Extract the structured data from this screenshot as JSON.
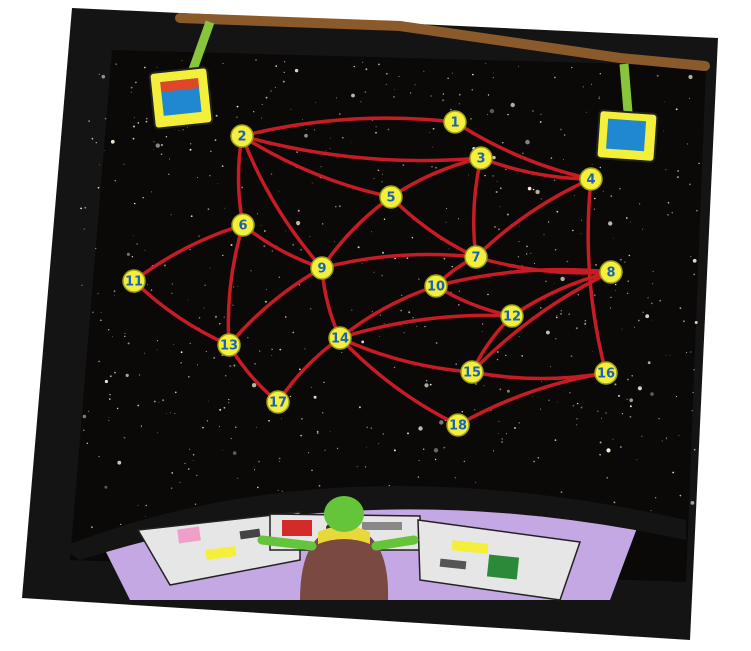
{
  "colors": {
    "frame": "#141414",
    "space": "#0b0808",
    "star": "#f3ecd8",
    "edge": "#c81c25",
    "node_fill": "#f4ef3a",
    "node_stroke": "#9ea016",
    "node_text": "#1c62b8",
    "console": "#e6e6e6",
    "console_floor": "#c4a8e4",
    "cable": "#87c53c",
    "ceiling_beam": "#8a5a2a",
    "monitor_casing": "#f4ef3a",
    "monitor_screen": "#1f88d0",
    "alien_skin": "#64c43a",
    "pilot_suit": "#7a4a42"
  },
  "graph": {
    "nodes": [
      {
        "id": "1",
        "label": "1"
      },
      {
        "id": "2",
        "label": "2"
      },
      {
        "id": "3",
        "label": "3"
      },
      {
        "id": "4",
        "label": "4"
      },
      {
        "id": "5",
        "label": "5"
      },
      {
        "id": "6",
        "label": "6"
      },
      {
        "id": "7",
        "label": "7"
      },
      {
        "id": "8",
        "label": "8"
      },
      {
        "id": "9",
        "label": "9"
      },
      {
        "id": "10",
        "label": "10"
      },
      {
        "id": "11",
        "label": "11"
      },
      {
        "id": "12",
        "label": "12"
      },
      {
        "id": "13",
        "label": "13"
      },
      {
        "id": "14",
        "label": "14"
      },
      {
        "id": "15",
        "label": "15"
      },
      {
        "id": "16",
        "label": "16"
      },
      {
        "id": "17",
        "label": "17"
      },
      {
        "id": "18",
        "label": "18"
      }
    ],
    "edges": [
      [
        "1",
        "2"
      ],
      [
        "1",
        "4"
      ],
      [
        "2",
        "3"
      ],
      [
        "2",
        "5"
      ],
      [
        "2",
        "6"
      ],
      [
        "2",
        "9"
      ],
      [
        "3",
        "4"
      ],
      [
        "3",
        "5"
      ],
      [
        "3",
        "7"
      ],
      [
        "4",
        "7"
      ],
      [
        "4",
        "16"
      ],
      [
        "5",
        "7"
      ],
      [
        "5",
        "9"
      ],
      [
        "6",
        "9"
      ],
      [
        "6",
        "11"
      ],
      [
        "6",
        "13"
      ],
      [
        "7",
        "9"
      ],
      [
        "7",
        "8"
      ],
      [
        "7",
        "10"
      ],
      [
        "8",
        "10"
      ],
      [
        "8",
        "12"
      ],
      [
        "8",
        "15"
      ],
      [
        "9",
        "13"
      ],
      [
        "9",
        "14"
      ],
      [
        "10",
        "12"
      ],
      [
        "10",
        "14"
      ],
      [
        "11",
        "13"
      ],
      [
        "12",
        "14"
      ],
      [
        "12",
        "15"
      ],
      [
        "13",
        "17"
      ],
      [
        "14",
        "15"
      ],
      [
        "14",
        "17"
      ],
      [
        "14",
        "18"
      ],
      [
        "15",
        "16"
      ],
      [
        "16",
        "18"
      ]
    ]
  }
}
